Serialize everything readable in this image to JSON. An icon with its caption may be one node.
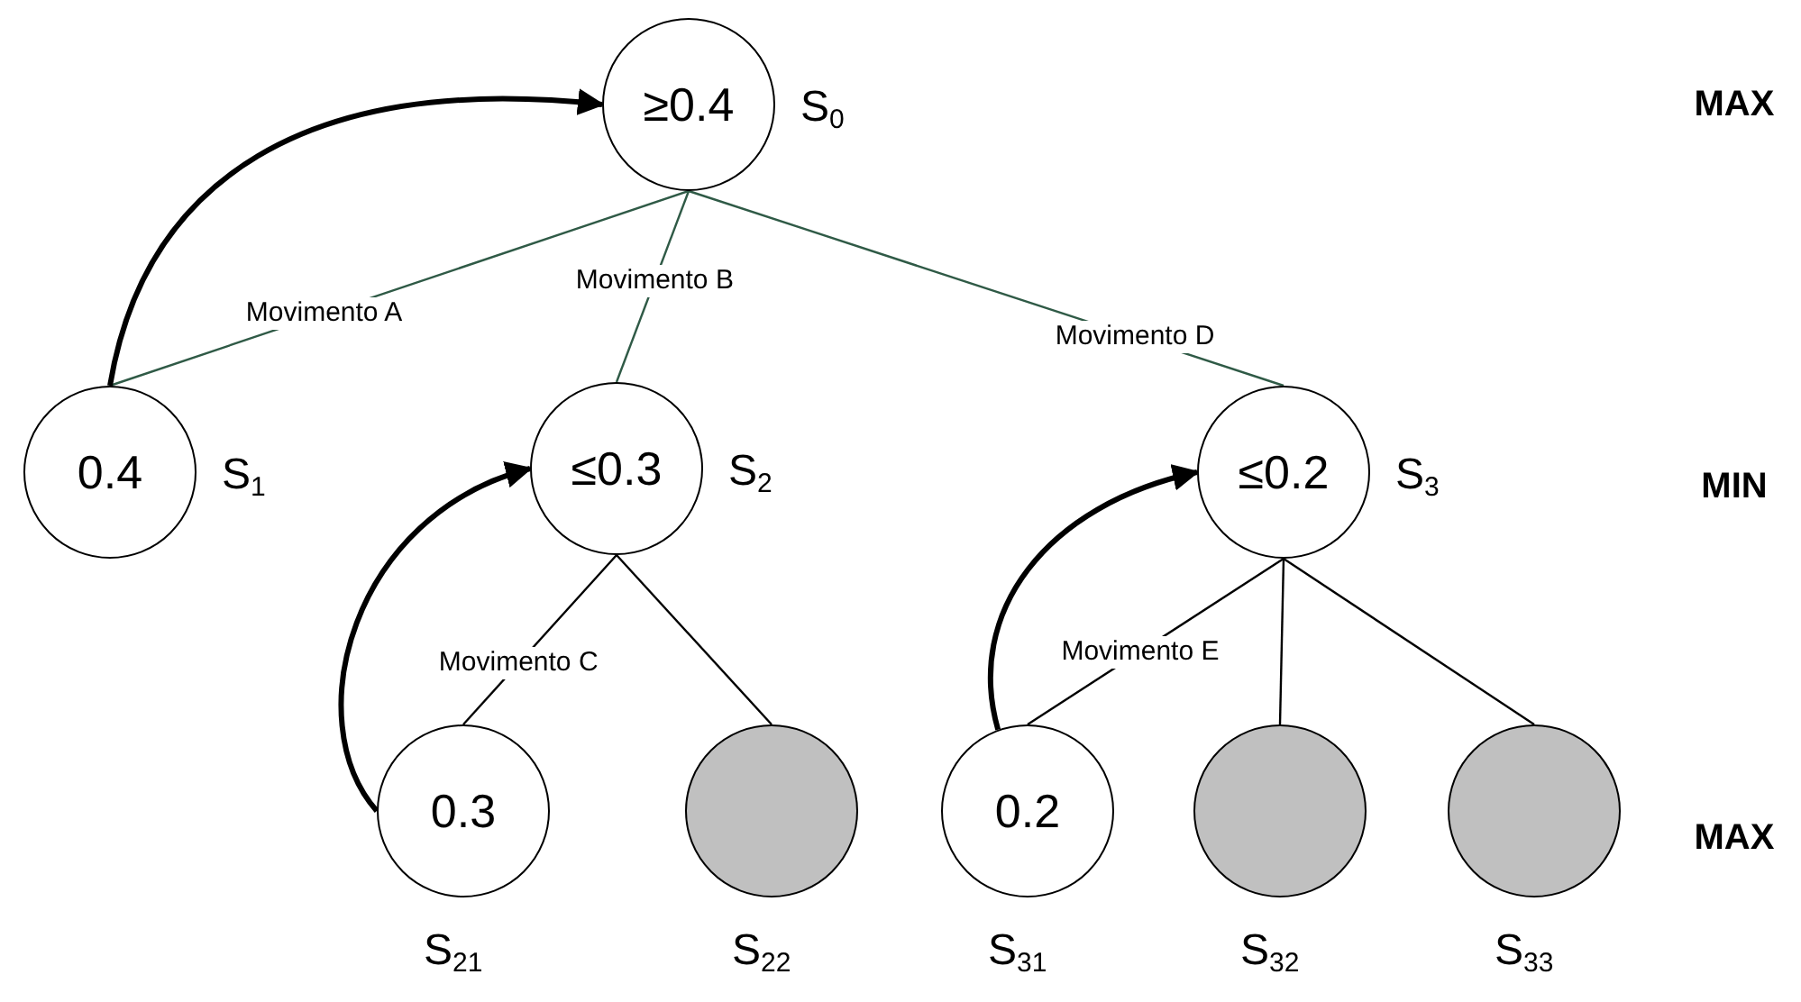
{
  "diagram": {
    "nodes": [
      {
        "text": [
          "≥0.4"
        ],
        "beside": [
          "S$_{0}$"
        ]
      },
      {
        "text": [
          "0.4"
        ],
        "beside": [
          "S$_{1}$"
        ]
      },
      {
        "text": [
          "≤0.3"
        ],
        "beside": [
          "S$_{2}$"
        ]
      },
      {
        "text": [
          "≤0.2"
        ],
        "beside": [
          "S$_{3}$"
        ]
      },
      {
        "text": [
          "0.3"
        ],
        "beside": [
          "S$_{21}$"
        ]
      },
      {
        "text": [],
        "shape": "circle",
        "beside": [
          "S$_{22}$"
        ]
      },
      {
        "text": [
          "0.2"
        ],
        "beside": [
          "S$_{31}$"
        ]
      },
      {
        "text": [],
        "shape": "circle",
        "beside": [
          "S$_{32}$"
        ]
      },
      {
        "text": [],
        "shape": "circle",
        "beside": [
          "S$_{33}$"
        ]
      }
    ],
    "edges": [
      {
        "from": 0,
        "to": 1,
        "arrow": "none",
        "label": "Movimento A",
        "color": "#2f5a46"
      },
      {
        "from": 0,
        "to": 2,
        "arrow": "none",
        "label": "Movimento B",
        "color": "#2f5a46"
      },
      {
        "from": 0,
        "to": 3,
        "arrow": "none",
        "label": "Movimento D",
        "color": "#2f5a46"
      },
      {
        "from": 2,
        "to": 4,
        "arrow": "none",
        "label": "Movimento C"
      },
      {
        "from": 2,
        "to": 5,
        "arrow": "none"
      },
      {
        "from": 3,
        "to": 6,
        "arrow": "none",
        "label": "Movimento E"
      },
      {
        "from": 3,
        "to": 7,
        "arrow": "none"
      },
      {
        "from": 3,
        "to": 8,
        "arrow": "none"
      },
      {
        "from": 1,
        "to": 0,
        "arrow": "to",
        "style": "thick"
      },
      {
        "from": 4,
        "to": 2,
        "arrow": "to",
        "style": "thick"
      },
      {
        "from": 6,
        "to": 3,
        "arrow": "to",
        "style": "thick"
      }
    ],
    "labels": [
      "MAX",
      "MIN",
      "MAX"
    ]
  }
}
